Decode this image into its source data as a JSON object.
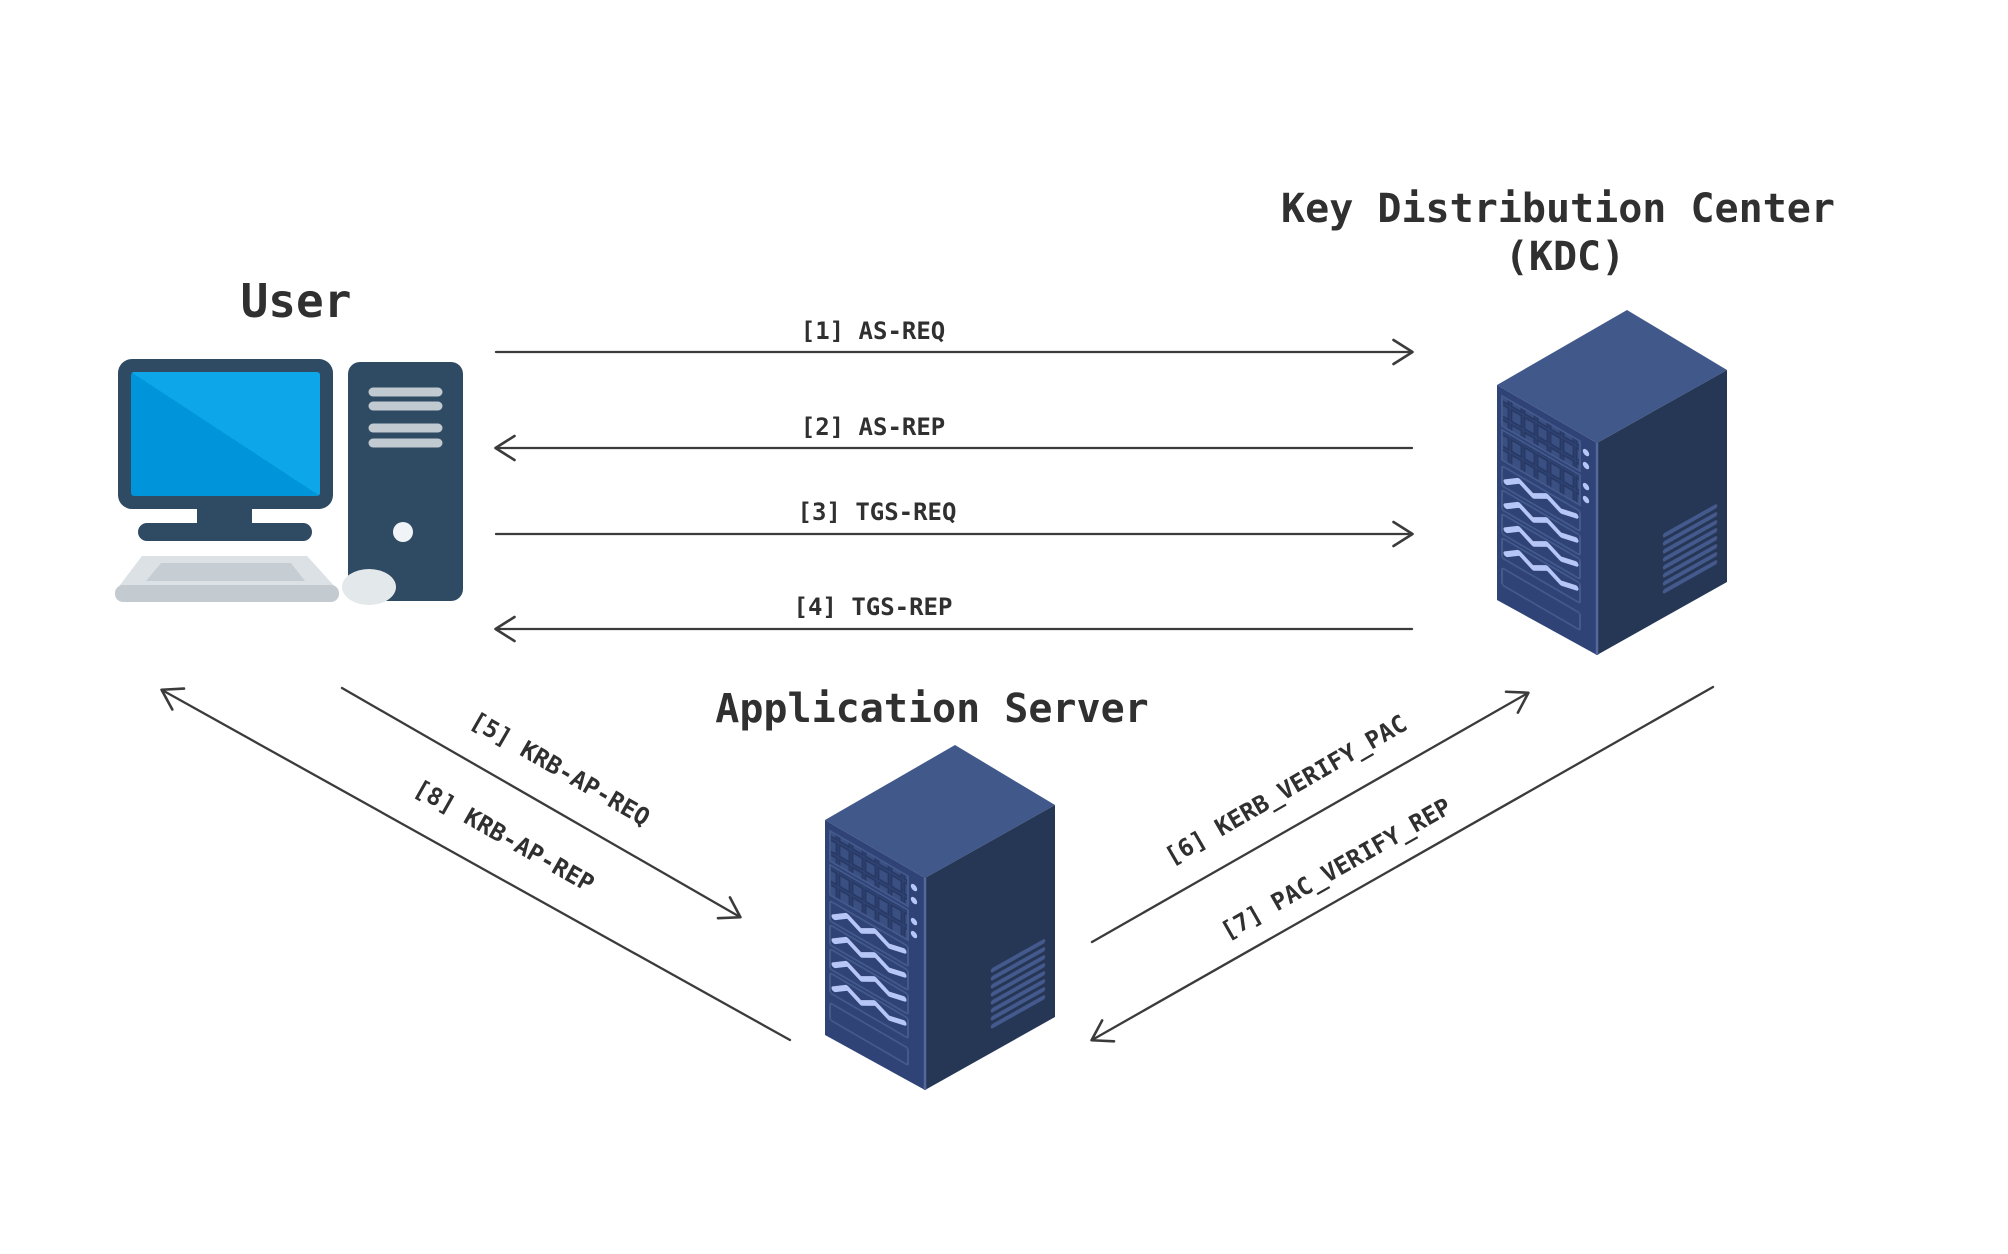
{
  "nodes": {
    "user": {
      "label": "User"
    },
    "kdc": {
      "label_line1": "Key Distribution Center",
      "label_line2": "(KDC)"
    },
    "app_server": {
      "label": "Application Server"
    }
  },
  "messages": {
    "m1": {
      "label": "[1] AS-REQ",
      "from": "User",
      "to": "KDC"
    },
    "m2": {
      "label": "[2] AS-REP",
      "from": "KDC",
      "to": "User"
    },
    "m3": {
      "label": "[3] TGS-REQ",
      "from": "User",
      "to": "KDC"
    },
    "m4": {
      "label": "[4] TGS-REP",
      "from": "KDC",
      "to": "User"
    },
    "m5": {
      "label": "[5] KRB-AP-REQ",
      "from": "User",
      "to": "Application Server"
    },
    "m6": {
      "label": "[6] KERB_VERIFY_PAC",
      "from": "Application Server",
      "to": "KDC"
    },
    "m7": {
      "label": "[7] PAC_VERIFY_REP",
      "from": "KDC",
      "to": "Application Server"
    },
    "m8": {
      "label": "[8] KRB-AP-REP",
      "from": "Application Server",
      "to": "User"
    }
  },
  "colors": {
    "arrow": "#3b3b3b",
    "text": "#303030",
    "server_top": "#41588B",
    "server_front": "#2F4377",
    "server_side": "#263756",
    "server_slot_outline": "#44598C",
    "server_detail_light": "#B6C6F6",
    "computer_body": "#2F4A63",
    "screen_dark": "#0095DB",
    "screen_light": "#0DA7E9",
    "keyboard_light": "#DCE1E5",
    "keyboard_mid": "#C7CED3",
    "keyboard_base": "#C4CBD0",
    "vent_gray": "#C0CAD0",
    "mouse_gray": "#E3E8EB"
  }
}
